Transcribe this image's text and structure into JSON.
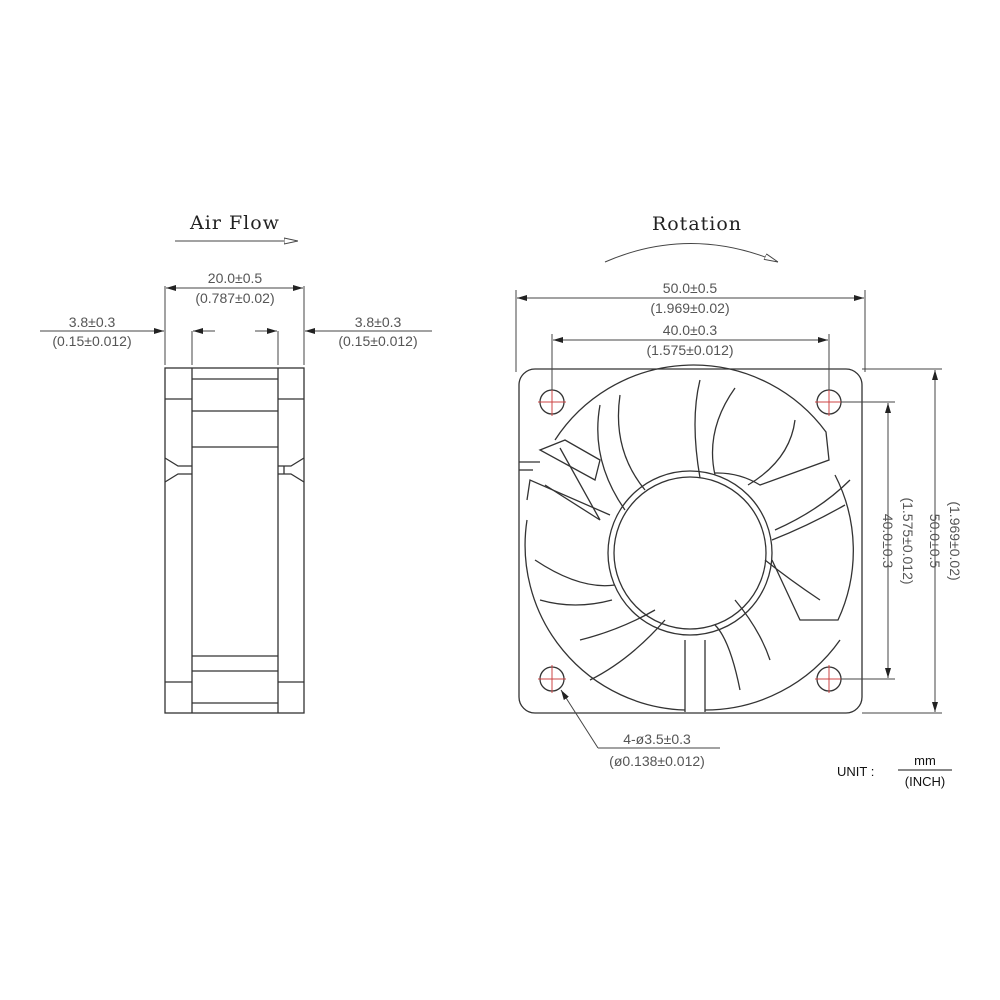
{
  "side_view": {
    "title": "Air Flow",
    "width_mm": "20.0±0.5",
    "width_inch": "(0.787±0.02)",
    "left_flange_mm": "3.8±0.3",
    "left_flange_inch": "(0.15±0.012)",
    "right_flange_mm": "3.8±0.3",
    "right_flange_inch": "(0.15±0.012)"
  },
  "front_view": {
    "title": "Rotation",
    "outer_width_mm": "50.0±0.5",
    "outer_width_inch": "(1.969±0.02)",
    "hole_spacing_mm": "40.0±0.3",
    "hole_spacing_inch": "(1.575±0.012)",
    "vertical_hole_spacing_mm": "40.0±0.3",
    "vertical_hole_spacing_inch": "(1.575±0.012)",
    "outer_height_mm": "50.0±0.5",
    "outer_height_inch": "(1.969±0.02)",
    "hole_spec_mm": "4-ø3.5±0.3",
    "hole_spec_inch": "(ø0.138±0.012)"
  },
  "units": {
    "label": "UNIT :",
    "primary": "mm",
    "secondary": "(INCH)"
  },
  "colors": {
    "line": "#333333",
    "hole_mark": "#cc4444"
  }
}
